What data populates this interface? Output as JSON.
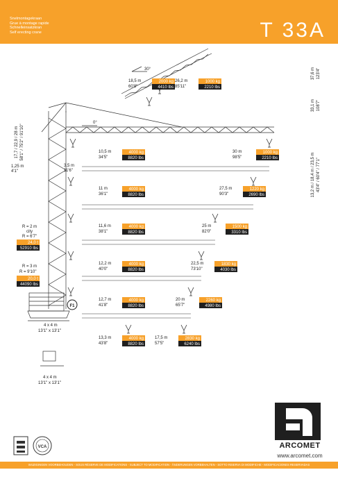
{
  "header": {
    "lines": [
      "Snelmontagekraan",
      "Grue à montage rapide",
      "Schnelleinsatzkran",
      "Self erecting crane"
    ],
    "model": "T 33A"
  },
  "heights": {
    "top_left": "17,7 / 22,9 / 28 m",
    "top_left_ft": "58'1\" / 75'2\" / 91'10\"",
    "angle_30_height": "37,6 m",
    "angle_30_height_ft": "123'4\"",
    "angle_0_height": "33,1 m",
    "angle_0_height_ft": "108'7\"",
    "hook_height": "13,2 m / 18,4 m / 23,5 m",
    "hook_height_ft": "43'4\" / 60'4\" / 77'1\""
  },
  "angles": {
    "a30": "30°",
    "a0": "0°"
  },
  "dims": {
    "left_offset": "1,25 m",
    "left_offset_ft": "4'1\"",
    "tail": "3,5 m",
    "tail_ft": "11'6\"",
    "r2": "R = 2 m",
    "r2_city": "city",
    "r2_ft": "R = 6'7\"",
    "r2_kg": "24,0 t",
    "r2_lbs": "52910 lbs",
    "r3": "R = 3 m",
    "r3_ft": "R = 9'10\"",
    "r3_kg": "20,0 t",
    "r3_lbs": "44090 lbs",
    "base": "4 x 4 m",
    "base_ft": "13'1\" x 13'1\"",
    "base2": "4 x 4 m",
    "base2_ft": "13'1\" x 13'1\"",
    "f1": "F1"
  },
  "load_rows": [
    {
      "r1": "26,2 m",
      "r1ft": "85'11\"",
      "kg1": "1000 kg",
      "lbs1": "2210 lbs",
      "r2": "18,5 m",
      "r2ft": "60'8\"",
      "kg2": "2000 kg",
      "lbs2": "4410 lbs"
    },
    {
      "r1": "10,5 m",
      "r1ft": "34'5\"",
      "kg1": "4000 kg",
      "lbs1": "8820 lbs",
      "r2": "30 m",
      "r2ft": "98'5\"",
      "kg2": "1000 kg",
      "lbs2": "2210 lbs"
    },
    {
      "r1": "11 m",
      "r1ft": "36'1\"",
      "kg1": "4000 kg",
      "lbs1": "8820 lbs",
      "r2": "27,5 m",
      "r2ft": "90'3\"",
      "kg2": "1220 kg",
      "lbs2": "2690 lbs"
    },
    {
      "r1": "11,6 m",
      "r1ft": "38'1\"",
      "kg1": "4000 kg",
      "lbs1": "8820 lbs",
      "r2": "25 m",
      "r2ft": "82'0\"",
      "kg2": "1500 kg",
      "lbs2": "3310 lbs"
    },
    {
      "r1": "12,2 m",
      "r1ft": "40'0\"",
      "kg1": "4000 kg",
      "lbs1": "8820 lbs",
      "r2": "22,5 m",
      "r2ft": "73'10\"",
      "kg2": "1830 kg",
      "lbs2": "4030 lbs"
    },
    {
      "r1": "12,7 m",
      "r1ft": "41'8\"",
      "kg1": "4000 kg",
      "lbs1": "8820 lbs",
      "r2": "20 m",
      "r2ft": "65'7\"",
      "kg2": "2260 kg",
      "lbs2": "4980 lbs"
    },
    {
      "r1": "13,3 m",
      "r1ft": "43'8\"",
      "kg1": "4000 kg",
      "lbs1": "8820 lbs",
      "r2": "17,5 m",
      "r2ft": "57'5\"",
      "kg2": "2830 kg",
      "lbs2": "6240 lbs"
    }
  ],
  "brand": {
    "name": "ARCOMET",
    "url": "www.arcomet.com"
  },
  "badges": {
    "vca": "VCA"
  },
  "footer": "WIJZIGINGEN VOORBEHOUDEN - SOUS RÉSERVE DE MODIFICATIONS - SUBJECT TO MODIFICATION - ÄNDERUNGEN VORBEHALTEN - SOTTO RISERVA DI MODIFICHE - MODIFICACIONES RESERVADAS",
  "colors": {
    "orange": "#f7a12a",
    "dark": "#1f1f1f"
  }
}
